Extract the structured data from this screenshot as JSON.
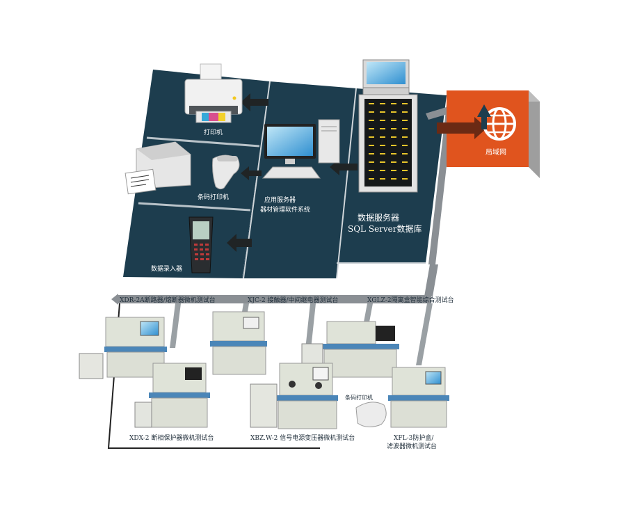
{
  "labels": {
    "printer": "打印机",
    "barcode_printer": "条码打印机",
    "data_entry": "数据录入器",
    "app_server_line1": "应用服务器",
    "app_server_line2": "器材管理软件系统",
    "db_server_line1": "数据服务器",
    "db_server_line2": "SQL Server数据库",
    "lan": "局域网",
    "bench_xdr": "XDR-2A断路器/熔断器微机测试台",
    "bench_xjc": "XJC-2  接触器/中间继电器测试台",
    "bench_xglz": "XGLZ-2隔离盒智能综合测试台",
    "bench_xdx": "XDX-2  断相保护器微机测试台",
    "bench_xbzw": "XBZ.W-2 信号电源变压器微机测试台",
    "bench_barcode_printer": "条码打印机",
    "bench_xfl_line1": "XFL-3防护盒/",
    "bench_xfl_line2": "滤波器微机测试台"
  },
  "colors": {
    "panel": "#1d3d4e",
    "panel_edge": "#13303f",
    "lan_orange": "#e0541e",
    "bus_gray": "#8a8f94",
    "cabinet": "#dfe3d8"
  }
}
